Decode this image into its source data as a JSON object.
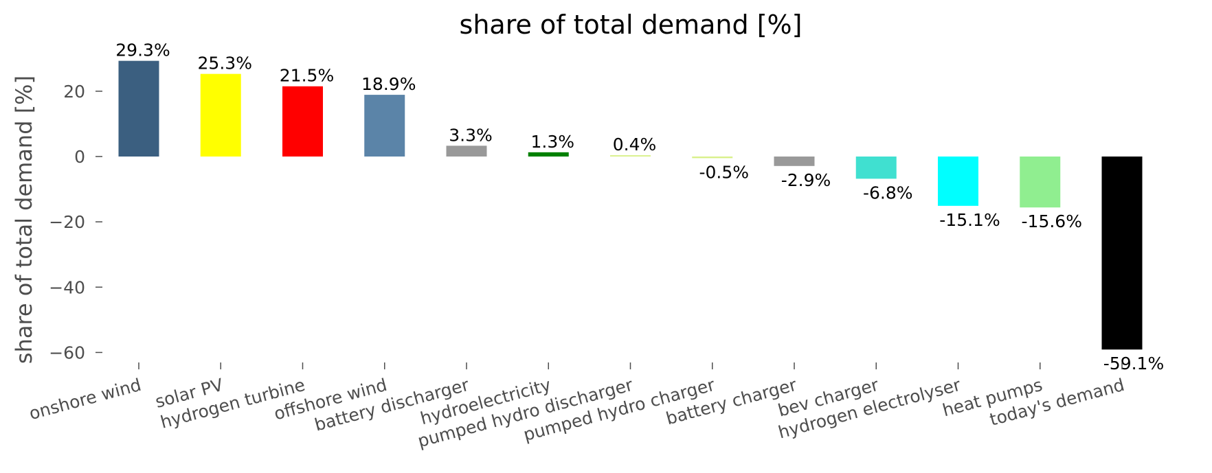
{
  "chart_data": {
    "type": "bar",
    "title": "share of total demand [%]",
    "ylabel": "share of total demand [%]",
    "xlabel": "",
    "ylim": [
      -64,
      34
    ],
    "yticks": [
      20,
      0,
      -20,
      -40,
      -60
    ],
    "ytick_labels": [
      "20",
      "0",
      "−20",
      "−40",
      "−60"
    ],
    "grid": false,
    "categories": [
      "onshore wind",
      "solar PV",
      "hydrogen turbine",
      "offshore wind",
      "battery discharger",
      "hydroelectricity",
      "pumped hydro discharger",
      "pumped hydro charger",
      "battery charger",
      "bev charger",
      "hydrogen electrolyser",
      "heat pumps",
      "today's demand"
    ],
    "values": [
      29.3,
      25.3,
      21.5,
      18.9,
      3.3,
      1.3,
      0.4,
      -0.5,
      -2.9,
      -6.8,
      -15.1,
      -15.6,
      -59.1
    ],
    "data_labels": [
      "29.3%",
      "25.3%",
      "21.5%",
      "18.9%",
      "3.3%",
      "1.3%",
      "0.4%",
      "-0.5%",
      "-2.9%",
      "-6.8%",
      "-15.1%",
      "-15.6%",
      "-59.1%"
    ],
    "colors": [
      "#3b5f80",
      "#ffff00",
      "#ff0000",
      "#5b84a8",
      "#999999",
      "#008000",
      "#d9f08a",
      "#d9f08a",
      "#999999",
      "#40e0d0",
      "#00ffff",
      "#90ee90",
      "#000000"
    ]
  }
}
